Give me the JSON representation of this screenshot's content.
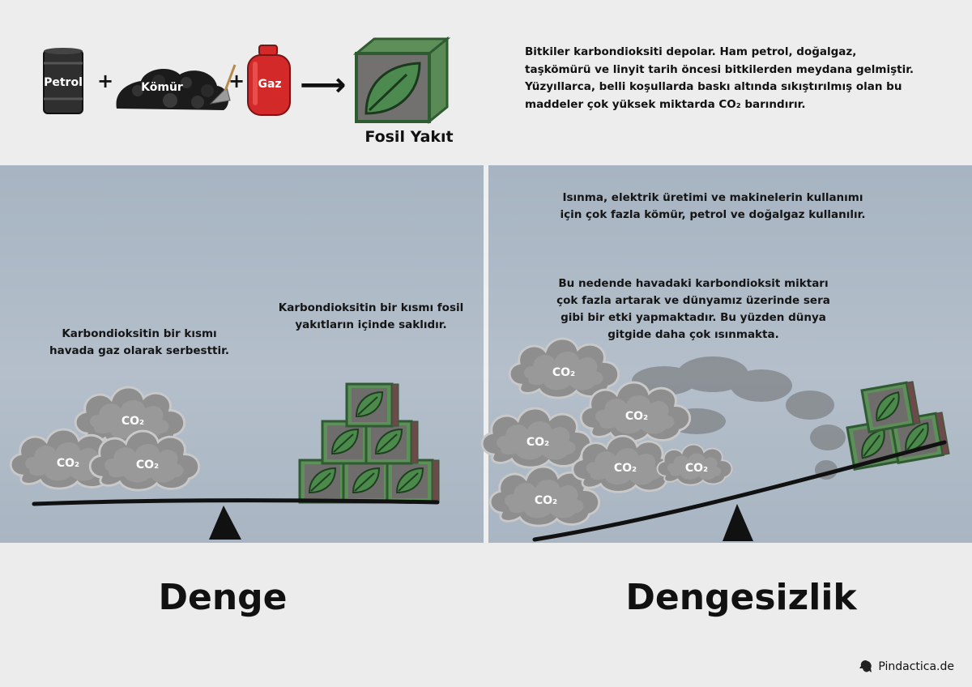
{
  "header": {
    "items": [
      {
        "label": "Petrol",
        "icon": "oil-barrel-icon"
      },
      {
        "label": "Kömür",
        "icon": "coal-pile-icon"
      },
      {
        "label": "Gaz",
        "icon": "gas-cylinder-icon"
      }
    ],
    "plus": "+",
    "arrow": "⟶",
    "result_label": "Fosil Yakıt",
    "result_icon": "fossil-fuel-cube-icon",
    "description": "Bitkiler karbondioksiti depolar. Ham petrol, doğalgaz, taşkömürü ve linyit tarih öncesi bitkilerden meydana gelmiştir. Yüzyıllarca, belli koşullarda baskı altında sıkıştırılmış olan bu maddeler çok yüksek miktarda CO₂ barındırır."
  },
  "left_panel": {
    "gas_text": "Karbondioksitin bir kısmı havada gaz olarak serbesttir.",
    "fuel_text": "Karbondioksitin bir kısmı fosil yakıtların içinde saklıdır.",
    "cloud_label": "CO₂",
    "title": "Denge"
  },
  "right_panel": {
    "text_1": "Isınma, elektrik üretimi ve makinelerin kullanımı için çok fazla kömür, petrol ve doğalgaz kullanılır.",
    "text_2": "Bu nedende havadaki karbondioksit miktarı çok fazla artarak ve dünyamız üzerinde sera gibi bir etki yapmaktadır. Bu yüzden dünya gitgide daha çok ısınmakta.",
    "cloud_label": "CO₂",
    "title": "Dengesizlik"
  },
  "footer": {
    "brand": "Pindactica.de"
  },
  "colors": {
    "panel_bg": "#abb7c4",
    "cube_green": "#4d8a4f",
    "cube_gray": "#6f6c6c",
    "cylinder_red": "#d32929",
    "cloud_gray": "#8f8f8f"
  }
}
